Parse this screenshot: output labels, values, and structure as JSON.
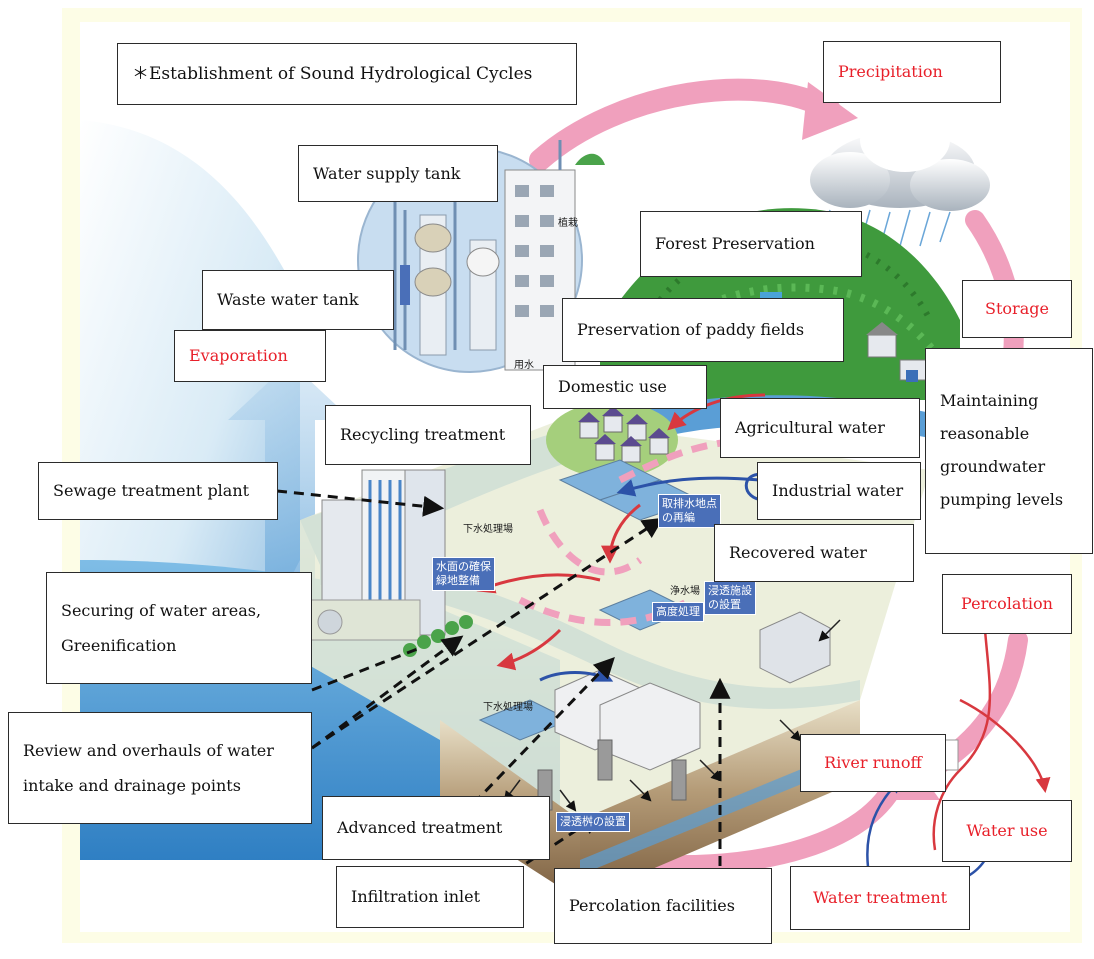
{
  "title": "＊Establishment of Sound Hydrological Cycles",
  "cycle_labels": {
    "precipitation": "Precipitation",
    "storage": "Storage",
    "evaporation": "Evaporation",
    "percolation": "Percolation",
    "river_runoff": "River runoff",
    "water_use": "Water use",
    "water_treatment": "Water treatment"
  },
  "facility_labels": {
    "water_supply_tank": "Water supply tank",
    "waste_water_tank": "Waste water tank",
    "forest_preservation": "Forest Preservation",
    "paddy_fields": "Preservation of paddy fields",
    "domestic_use": "Domestic use",
    "recycling_treatment": "Recycling treatment",
    "agricultural_water": "Agricultural water",
    "industrial_water": "Industrial water",
    "groundwater": "Maintaining\nreasonable\ngroundwater\npumping levels",
    "sewage_plant": "Sewage treatment plant",
    "recovered_water": "Recovered water",
    "water_areas": "Securing of water areas,\nGreenification",
    "review_overhauls": "Review and overhauls of water\nintake and drainage points",
    "advanced_treatment": "Advanced treatment",
    "infiltration_inlet": "Infiltration inlet",
    "percolation_facilities": "Percolation facilities"
  },
  "illustration_text": {
    "sewage_plant_jp_1": "下水処理場",
    "sewage_plant_jp_2": "下水処理場",
    "intake_review_jp": "取排水地点\nの再編",
    "water_area_jp": "水面の確保\n緑地整備",
    "advanced_jp": "高度処理",
    "percolation_jp": "浸透施設\nの設置",
    "infiltration_jp": "浸透桝の設置",
    "purification_jp": "浄水場",
    "planting_jp": "植栽",
    "agri_jp": "用水",
    "drain_jp": "用水"
  },
  "colors": {
    "cycle_arrow": "#f0a0bd",
    "cycle_text": "#e8202a",
    "frame": "#fdfde6",
    "water_blue": "#4a86c8",
    "sky_blue": "#cfe3f3"
  }
}
